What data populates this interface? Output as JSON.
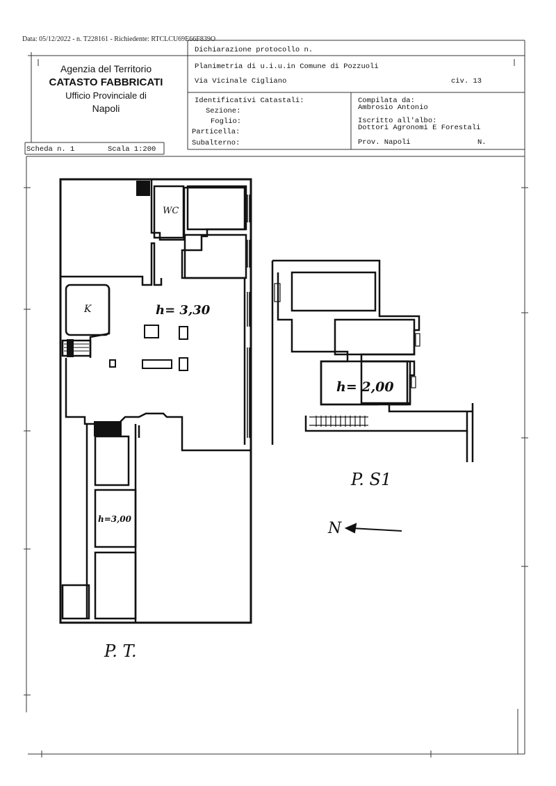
{
  "print_info": "Data: 05/12/2022 - n. T228161 - Richiedente: RTCLCU69E66F839O",
  "agency": {
    "line1": "Agenzia del Territorio",
    "line2": "CATASTO FABBRICATI",
    "line3": "Ufficio Provinciale di",
    "line4": "Napoli"
  },
  "header": {
    "protocol": "Dichiarazione protocollo n.",
    "planimetry": "Planimetria di u.i.u.in Comune di Pozzuoli",
    "street": "Via Vicinale Cigliano",
    "civic": "civ. 13"
  },
  "identifiers": {
    "title": "Identificativi Catastali:",
    "sezione": "Sezione:",
    "foglio": "Foglio:",
    "particella": "Particella:",
    "subalterno": "Subalterno:"
  },
  "compiler": {
    "label": "Compilata da:",
    "name": "Ambrosio Antonio",
    "register_label": "Iscritto all'albo:",
    "register": "Dottori Agronomi E Forestali",
    "province": "Prov. Napoli",
    "number": "N."
  },
  "sheet": {
    "scheda": "Scheda n. 1",
    "scala": "Scala 1:200"
  },
  "plan_labels": {
    "wc": "WC",
    "k": "K",
    "height_main": "h= 3,30",
    "height_rooms": "h=3,00",
    "height_basement": "h= 2,00",
    "ground_floor": "P. T.",
    "basement_floor": "P. S1",
    "north": "N"
  }
}
